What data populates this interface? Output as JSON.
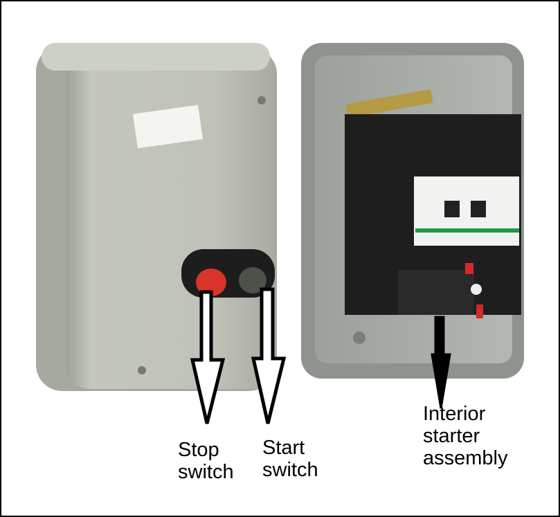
{
  "labels": {
    "stop": [
      "Stop",
      "switch"
    ],
    "start": [
      "Start",
      "switch"
    ],
    "interior": [
      "Interior",
      "starter",
      "assembly"
    ]
  },
  "colors": {
    "enclosure": "#b9bcb3",
    "stop_button": "#d8342a",
    "contactor": "#1e1e1e",
    "arrow": "#000000"
  }
}
